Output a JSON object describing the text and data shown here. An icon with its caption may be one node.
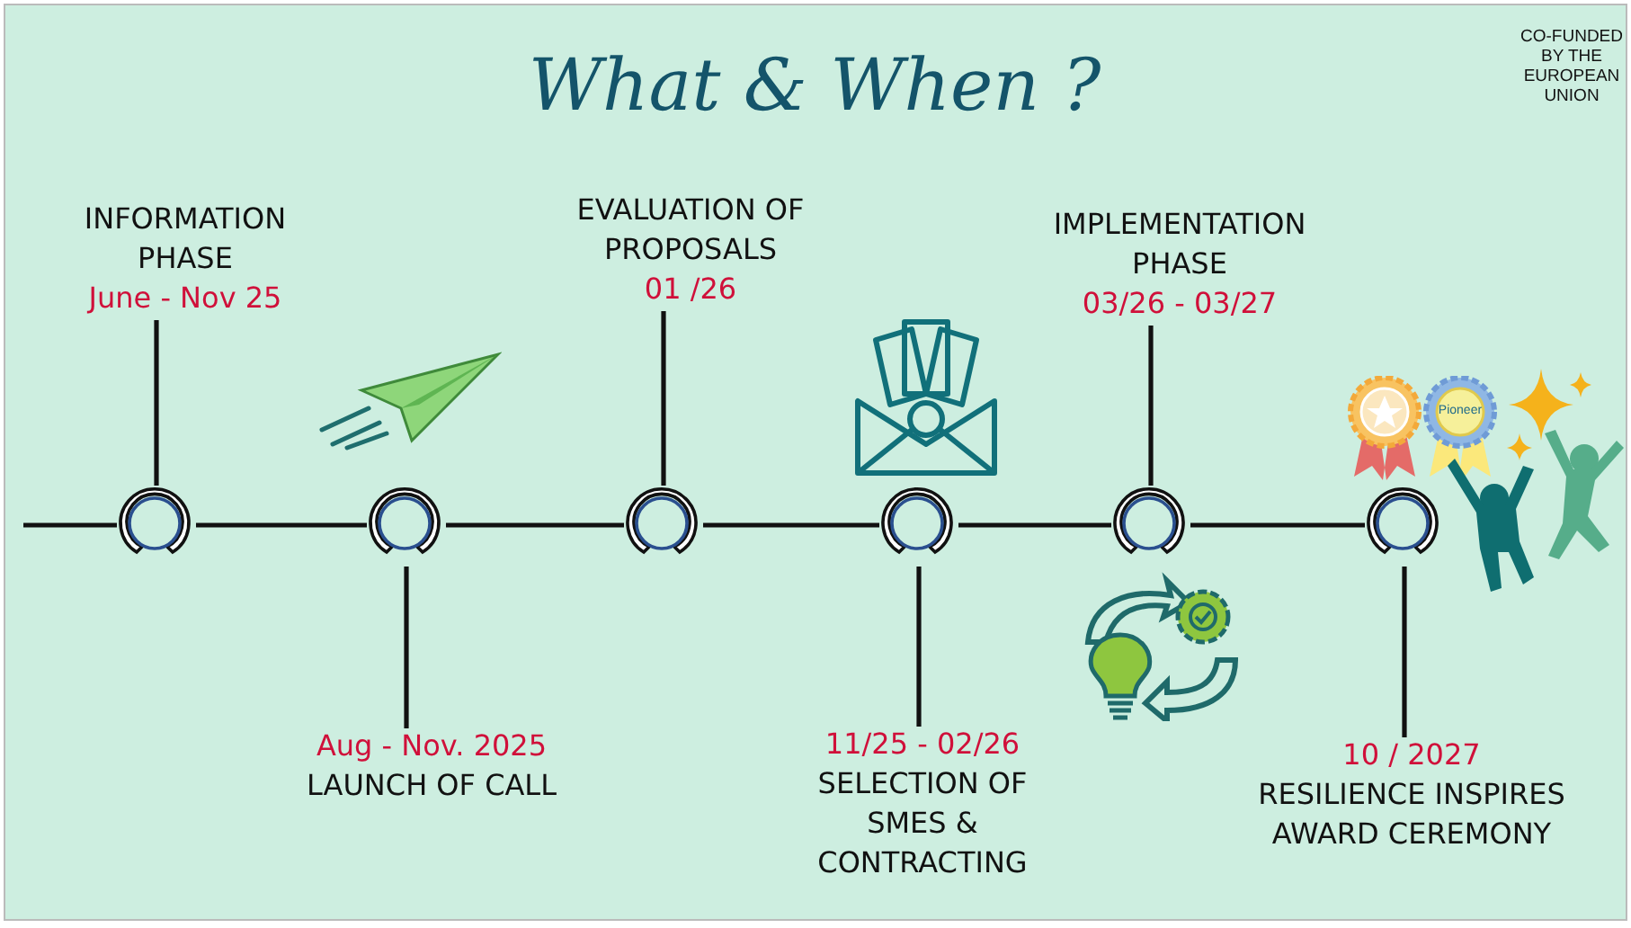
{
  "diagram": {
    "title": "What & When ?",
    "nodes": [
      {
        "text": [
          "INFORMATION PHASE",
          "June - Nov 25"
        ]
      },
      {
        "text": [
          "EVALUATION OF PROPOSALS",
          "01 /26"
        ]
      },
      {
        "text": [
          "IMPLEMENTATION PHASE",
          "03/26 - 03/27"
        ]
      },
      {
        "text": [],
        "shape": "circle"
      },
      {
        "text": [],
        "shape": "circle"
      },
      {
        "text": [],
        "shape": "circle"
      },
      {
        "text": [],
        "shape": "circle"
      },
      {
        "text": [],
        "shape": "circle"
      },
      {
        "text": [],
        "shape": "circle"
      },
      {
        "text": [
          "Aug - Nov. 2025",
          "LAUNCH OF CALL"
        ]
      },
      {
        "text": [
          "11/25 - 02/26",
          "SELECTION OF SMES & CONTRACTING"
        ]
      },
      {
        "text": [
          "10 / 2027",
          "RESILIENCE INSPIRES AWARD CEREMONY"
        ]
      }
    ],
    "edges": [
      {
        "from": null,
        "to": 3,
        "arrow": "none"
      },
      {
        "from": 3,
        "to": 4,
        "arrow": "none"
      },
      {
        "from": 4,
        "to": 5,
        "arrow": "none"
      },
      {
        "from": 5,
        "to": 6,
        "arrow": "none"
      },
      {
        "from": 6,
        "to": 7,
        "arrow": "none"
      },
      {
        "from": 7,
        "to": 8,
        "arrow": "none"
      },
      {
        "from": 3,
        "to": 0,
        "arrow": "none"
      },
      {
        "from": 4,
        "to": 9,
        "arrow": "none"
      },
      {
        "from": 5,
        "to": 1,
        "arrow": "none"
      },
      {
        "from": 6,
        "to": 10,
        "arrow": "none"
      },
      {
        "from": 7,
        "to": 2,
        "arrow": "none"
      },
      {
        "from": 8,
        "to": 11,
        "arrow": "none"
      }
    ],
    "labels": [
      "CO-FUNDED BY THE EUROPEAN UNION",
      "Pioneer"
    ]
  }
}
